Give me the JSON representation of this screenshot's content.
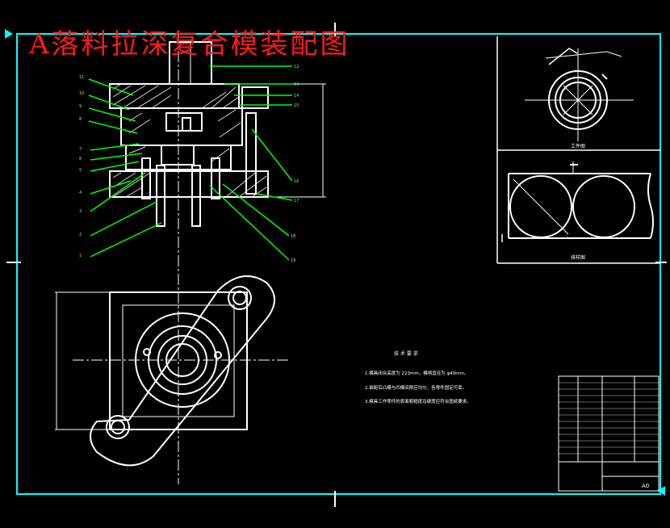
{
  "drawing": {
    "title": "A落料拉深复合模装配图",
    "tech_requirements": {
      "heading": "技 术 要 求",
      "items": [
        "1.模具闭合高度为 223mm，模柄直径为 φ40mm。",
        "2.装配后凸模与凹模间隙应均匀，各零件固定可靠。",
        "3.模具工作零件的表面粗糙度及硬度应符合图纸要求。"
      ]
    },
    "view_labels": {
      "part_view": "工件图",
      "layout_view": "排样图"
    },
    "part_numbers_left": [
      "11",
      "10",
      "9",
      "8",
      "7",
      "6",
      "5",
      "4",
      "3",
      "2",
      "1"
    ],
    "part_numbers_right": [
      "12",
      "13",
      "14",
      "15",
      "16",
      "17",
      "18",
      "19"
    ],
    "title_block": {
      "sheet_size": "A0"
    }
  },
  "colors": {
    "background": "#000000",
    "frame": "#00ffff",
    "geometry": "#ffffff",
    "leaders": "#00ff00",
    "title": "#ff1a1a"
  }
}
